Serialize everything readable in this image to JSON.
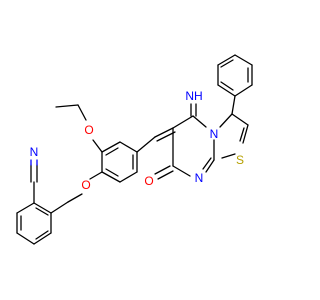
{
  "atom_labels": {
    "nitrile_n": "N",
    "imine": "NH",
    "ring_n": "N",
    "thiazole_s": "S",
    "pyrimidine_n": "N",
    "carbonyl_o": "O",
    "ethoxy_o": "O",
    "ether_o": "O"
  },
  "colors": {
    "bond": "#000000",
    "nitrogen": "#0000ff",
    "oxygen": "#ff0000",
    "sulfur": "#b5a000",
    "background": "#ffffff"
  }
}
